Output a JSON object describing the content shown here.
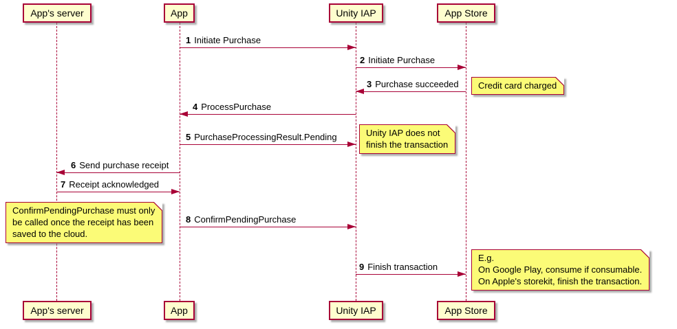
{
  "colors": {
    "accent": "#A80036",
    "participant-fill": "#FEFECE",
    "note-fill": "#FBFB77",
    "bg": "#FFFFFF",
    "text": "#000000"
  },
  "participants": [
    {
      "label": "App's server"
    },
    {
      "label": "App"
    },
    {
      "label": "Unity IAP"
    },
    {
      "label": "App Store"
    }
  ],
  "messages": [
    {
      "num": "1",
      "text": "Initiate Purchase",
      "from": "App",
      "to": "Unity IAP"
    },
    {
      "num": "2",
      "text": "Initiate Purchase",
      "from": "Unity IAP",
      "to": "App Store"
    },
    {
      "num": "3",
      "text": "Purchase succeeded",
      "from": "App Store",
      "to": "Unity IAP"
    },
    {
      "num": "4",
      "text": "ProcessPurchase",
      "from": "Unity IAP",
      "to": "App"
    },
    {
      "num": "5",
      "text": "PurchaseProcessingResult.Pending",
      "from": "App",
      "to": "Unity IAP"
    },
    {
      "num": "6",
      "text": "Send purchase receipt",
      "from": "App",
      "to": "App's server"
    },
    {
      "num": "7",
      "text": "Receipt acknowledged",
      "from": "App's server",
      "to": "App"
    },
    {
      "num": "8",
      "text": "ConfirmPendingPurchase",
      "from": "App",
      "to": "Unity IAP"
    },
    {
      "num": "9",
      "text": "Finish transaction",
      "from": "Unity IAP",
      "to": "App Store"
    }
  ],
  "notes": [
    {
      "lines": [
        "Credit card charged"
      ]
    },
    {
      "lines": [
        "Unity IAP does not",
        "finish the transaction"
      ]
    },
    {
      "lines": [
        "ConfirmPendingPurchase must only",
        "be called once the receipt has been",
        "saved to the cloud."
      ]
    },
    {
      "lines": [
        "E.g.",
        "On Google Play, consume if consumable.",
        "On Apple's storekit, finish the transaction."
      ]
    }
  ]
}
